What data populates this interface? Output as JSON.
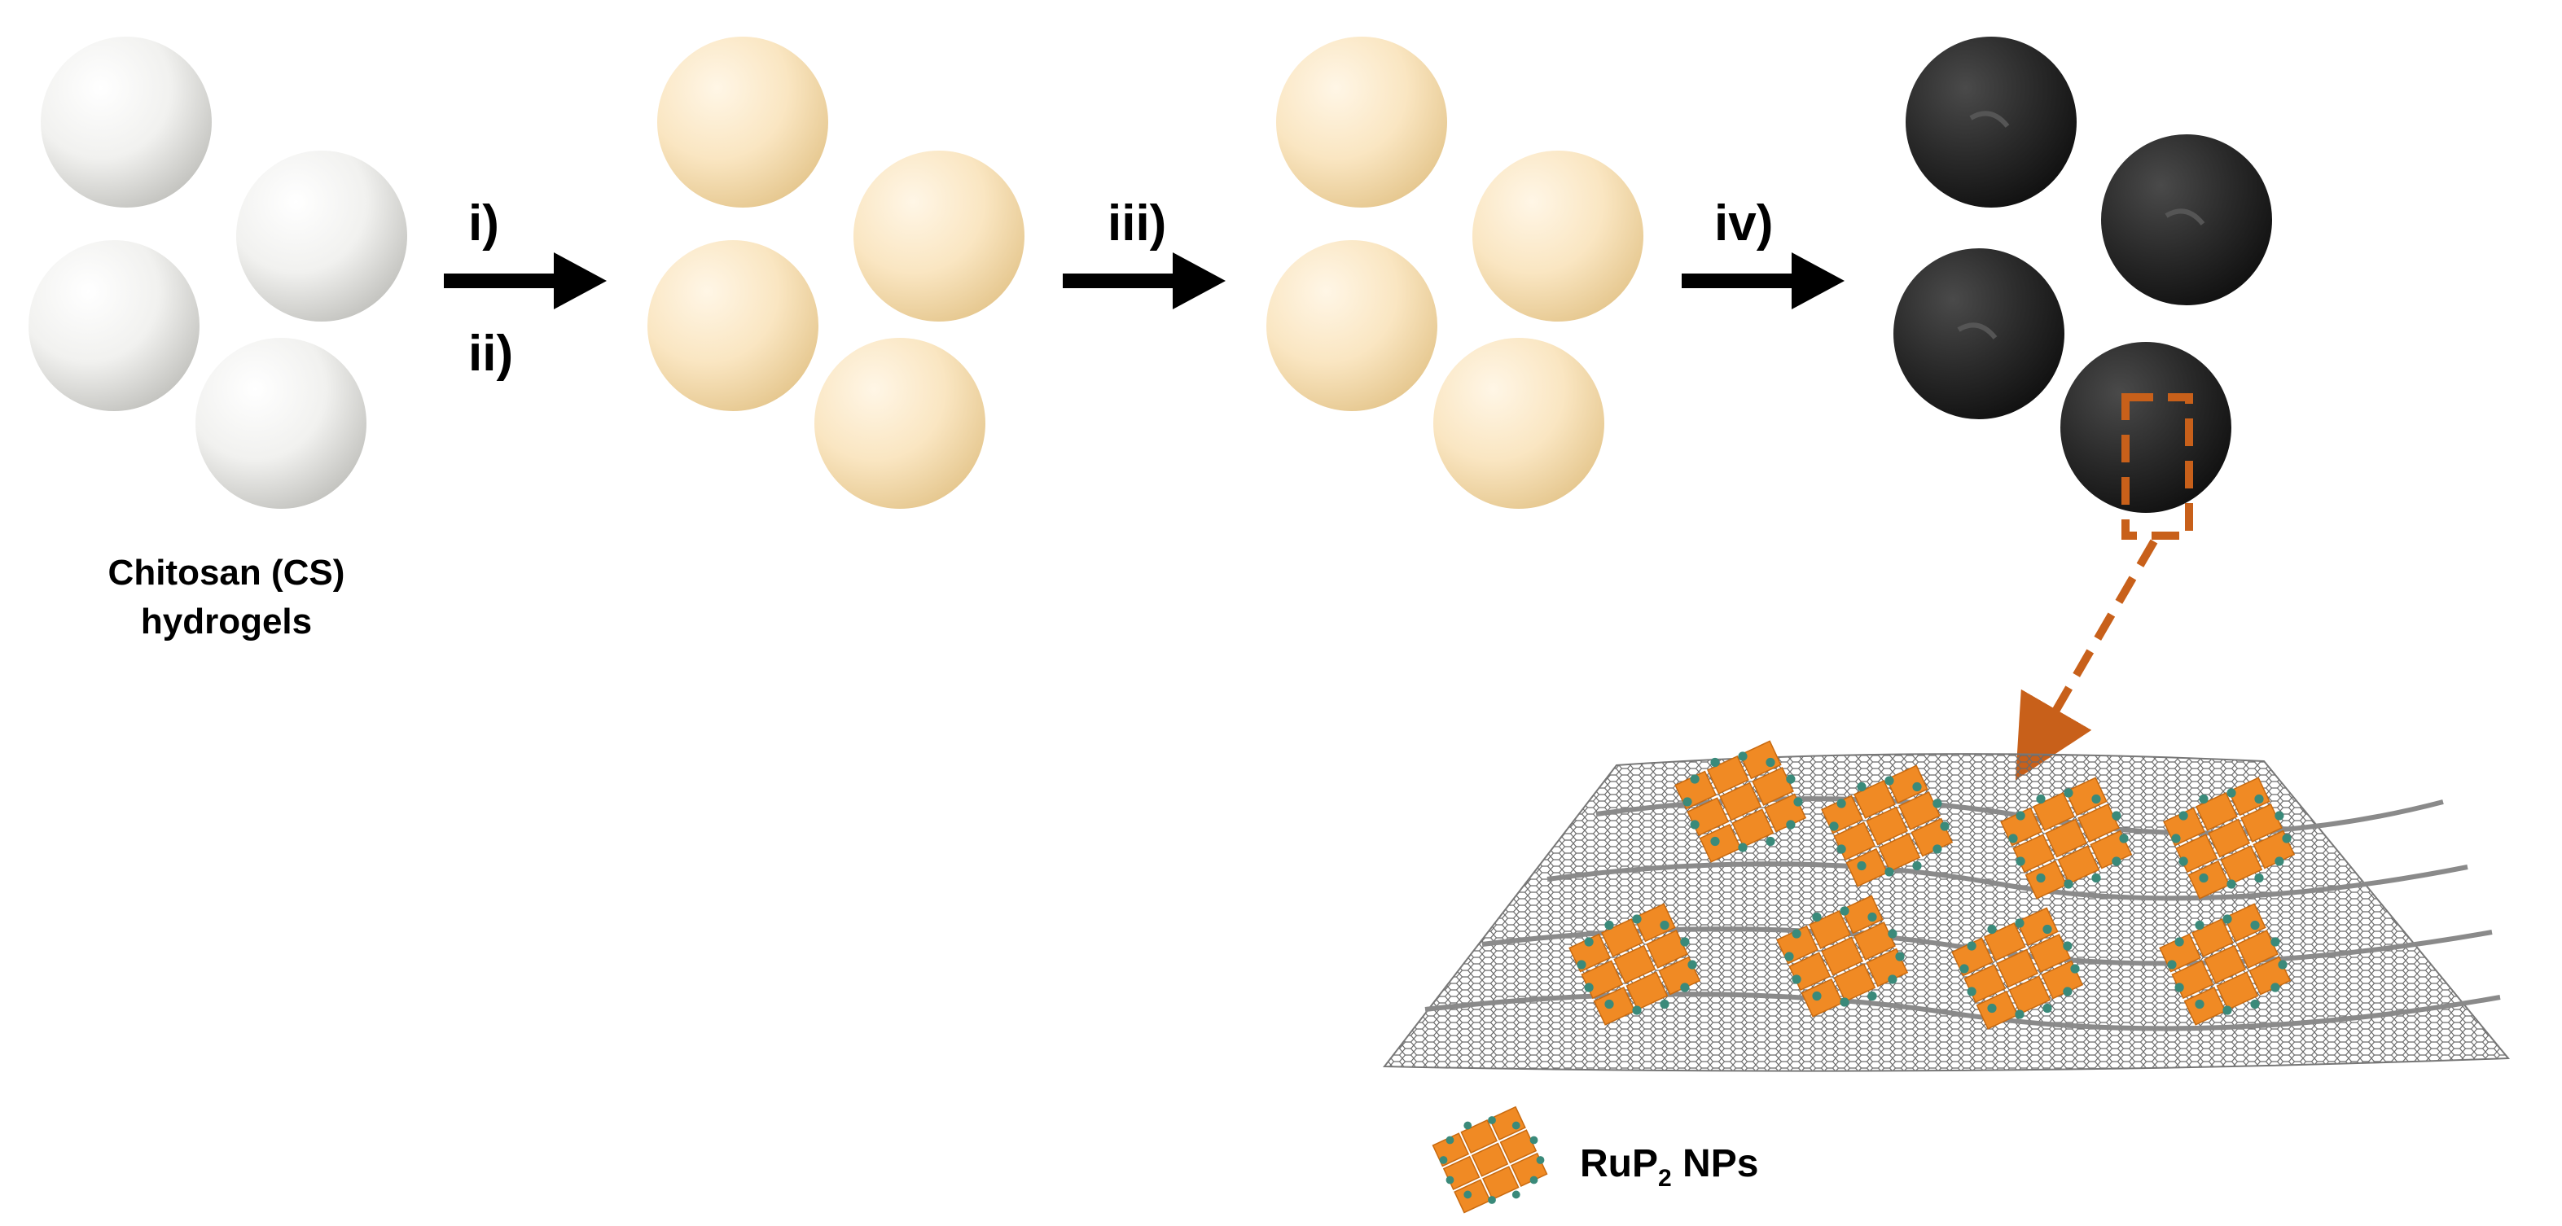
{
  "diagram": {
    "start_label_line1": "Chitosan (CS)",
    "start_label_line2": "hydrogels",
    "steps": [
      {
        "label": "i)",
        "sublabel": "ii)"
      },
      {
        "label": "iii)",
        "sublabel": ""
      },
      {
        "label": "iv)",
        "sublabel": ""
      }
    ],
    "legend": {
      "base": "RuP",
      "subscript": "2",
      "suffix": " NPs"
    }
  },
  "colors": {
    "bead_white": "#eeeeee",
    "bead_cream": "#fae6c0",
    "bead_black": "#2a2a2a",
    "arrow": "#000000",
    "zoom_outline": "#c8601a",
    "nanoparticle": "#f08a24",
    "nanoparticle_dots": "#3a8a7a",
    "graphene_mesh": "#555555"
  },
  "icons": {
    "bead": "sphere-icon",
    "nanoparticle": "rup2-nanoparticle-icon",
    "substrate": "graphene-sheet-icon"
  }
}
